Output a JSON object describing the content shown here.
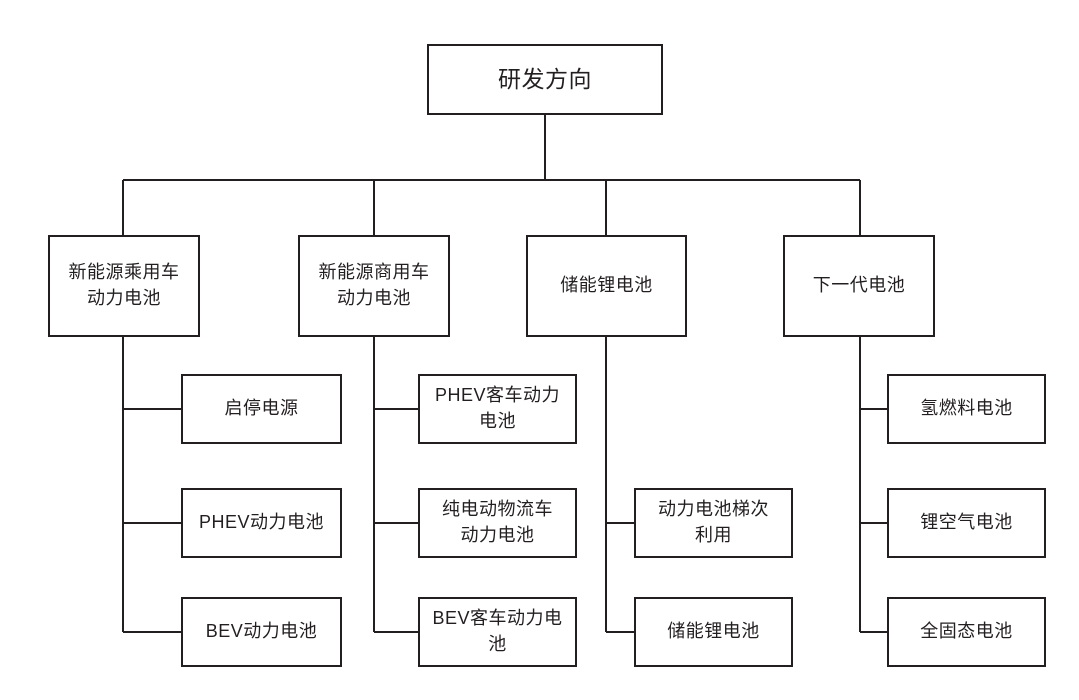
{
  "diagram": {
    "type": "organizational-tree",
    "title": "研发方向",
    "orientation": "top-down",
    "line_color": "#231f20",
    "box_fill": "#ffffff",
    "root": {
      "id": "root",
      "label": "研发方向"
    },
    "branches": [
      {
        "id": "branch-1",
        "label": "新能源乘用车\n动力电池",
        "children": [
          {
            "id": "branch-1-child-1",
            "label": "启停电源"
          },
          {
            "id": "branch-1-child-2",
            "label": "PHEV动力电池"
          },
          {
            "id": "branch-1-child-3",
            "label": "BEV动力电池"
          }
        ]
      },
      {
        "id": "branch-2",
        "label": "新能源商用车\n动力电池",
        "children": [
          {
            "id": "branch-2-child-1",
            "label": "PHEV客车动力\n电池"
          },
          {
            "id": "branch-2-child-2",
            "label": "纯电动物流车\n动力电池"
          },
          {
            "id": "branch-2-child-3",
            "label": "BEV客车动力电\n池"
          }
        ]
      },
      {
        "id": "branch-3",
        "label": "储能锂电池",
        "children": [
          {
            "id": "branch-3-child-1",
            "label": "动力电池梯次\n利用"
          },
          {
            "id": "branch-3-child-2",
            "label": "储能锂电池"
          }
        ]
      },
      {
        "id": "branch-4",
        "label": "下一代电池",
        "children": [
          {
            "id": "branch-4-child-1",
            "label": "氢燃料电池"
          },
          {
            "id": "branch-4-child-2",
            "label": "锂空气电池"
          },
          {
            "id": "branch-4-child-3",
            "label": "全固态电池"
          }
        ]
      }
    ]
  }
}
